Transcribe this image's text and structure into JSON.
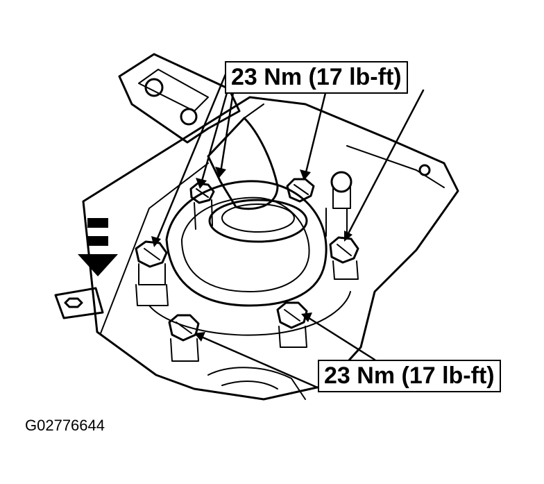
{
  "callouts": {
    "top": {
      "label": "23 Nm (17 lb-ft)"
    },
    "bottom": {
      "label": "23 Nm (17 lb-ft)"
    }
  },
  "figure_code": "G02776644",
  "colors": {
    "ink": "#000000",
    "paper": "#ffffff"
  },
  "icons": {
    "bolt": "hex-bolt-icon",
    "direction": "down-arrow-icon"
  }
}
